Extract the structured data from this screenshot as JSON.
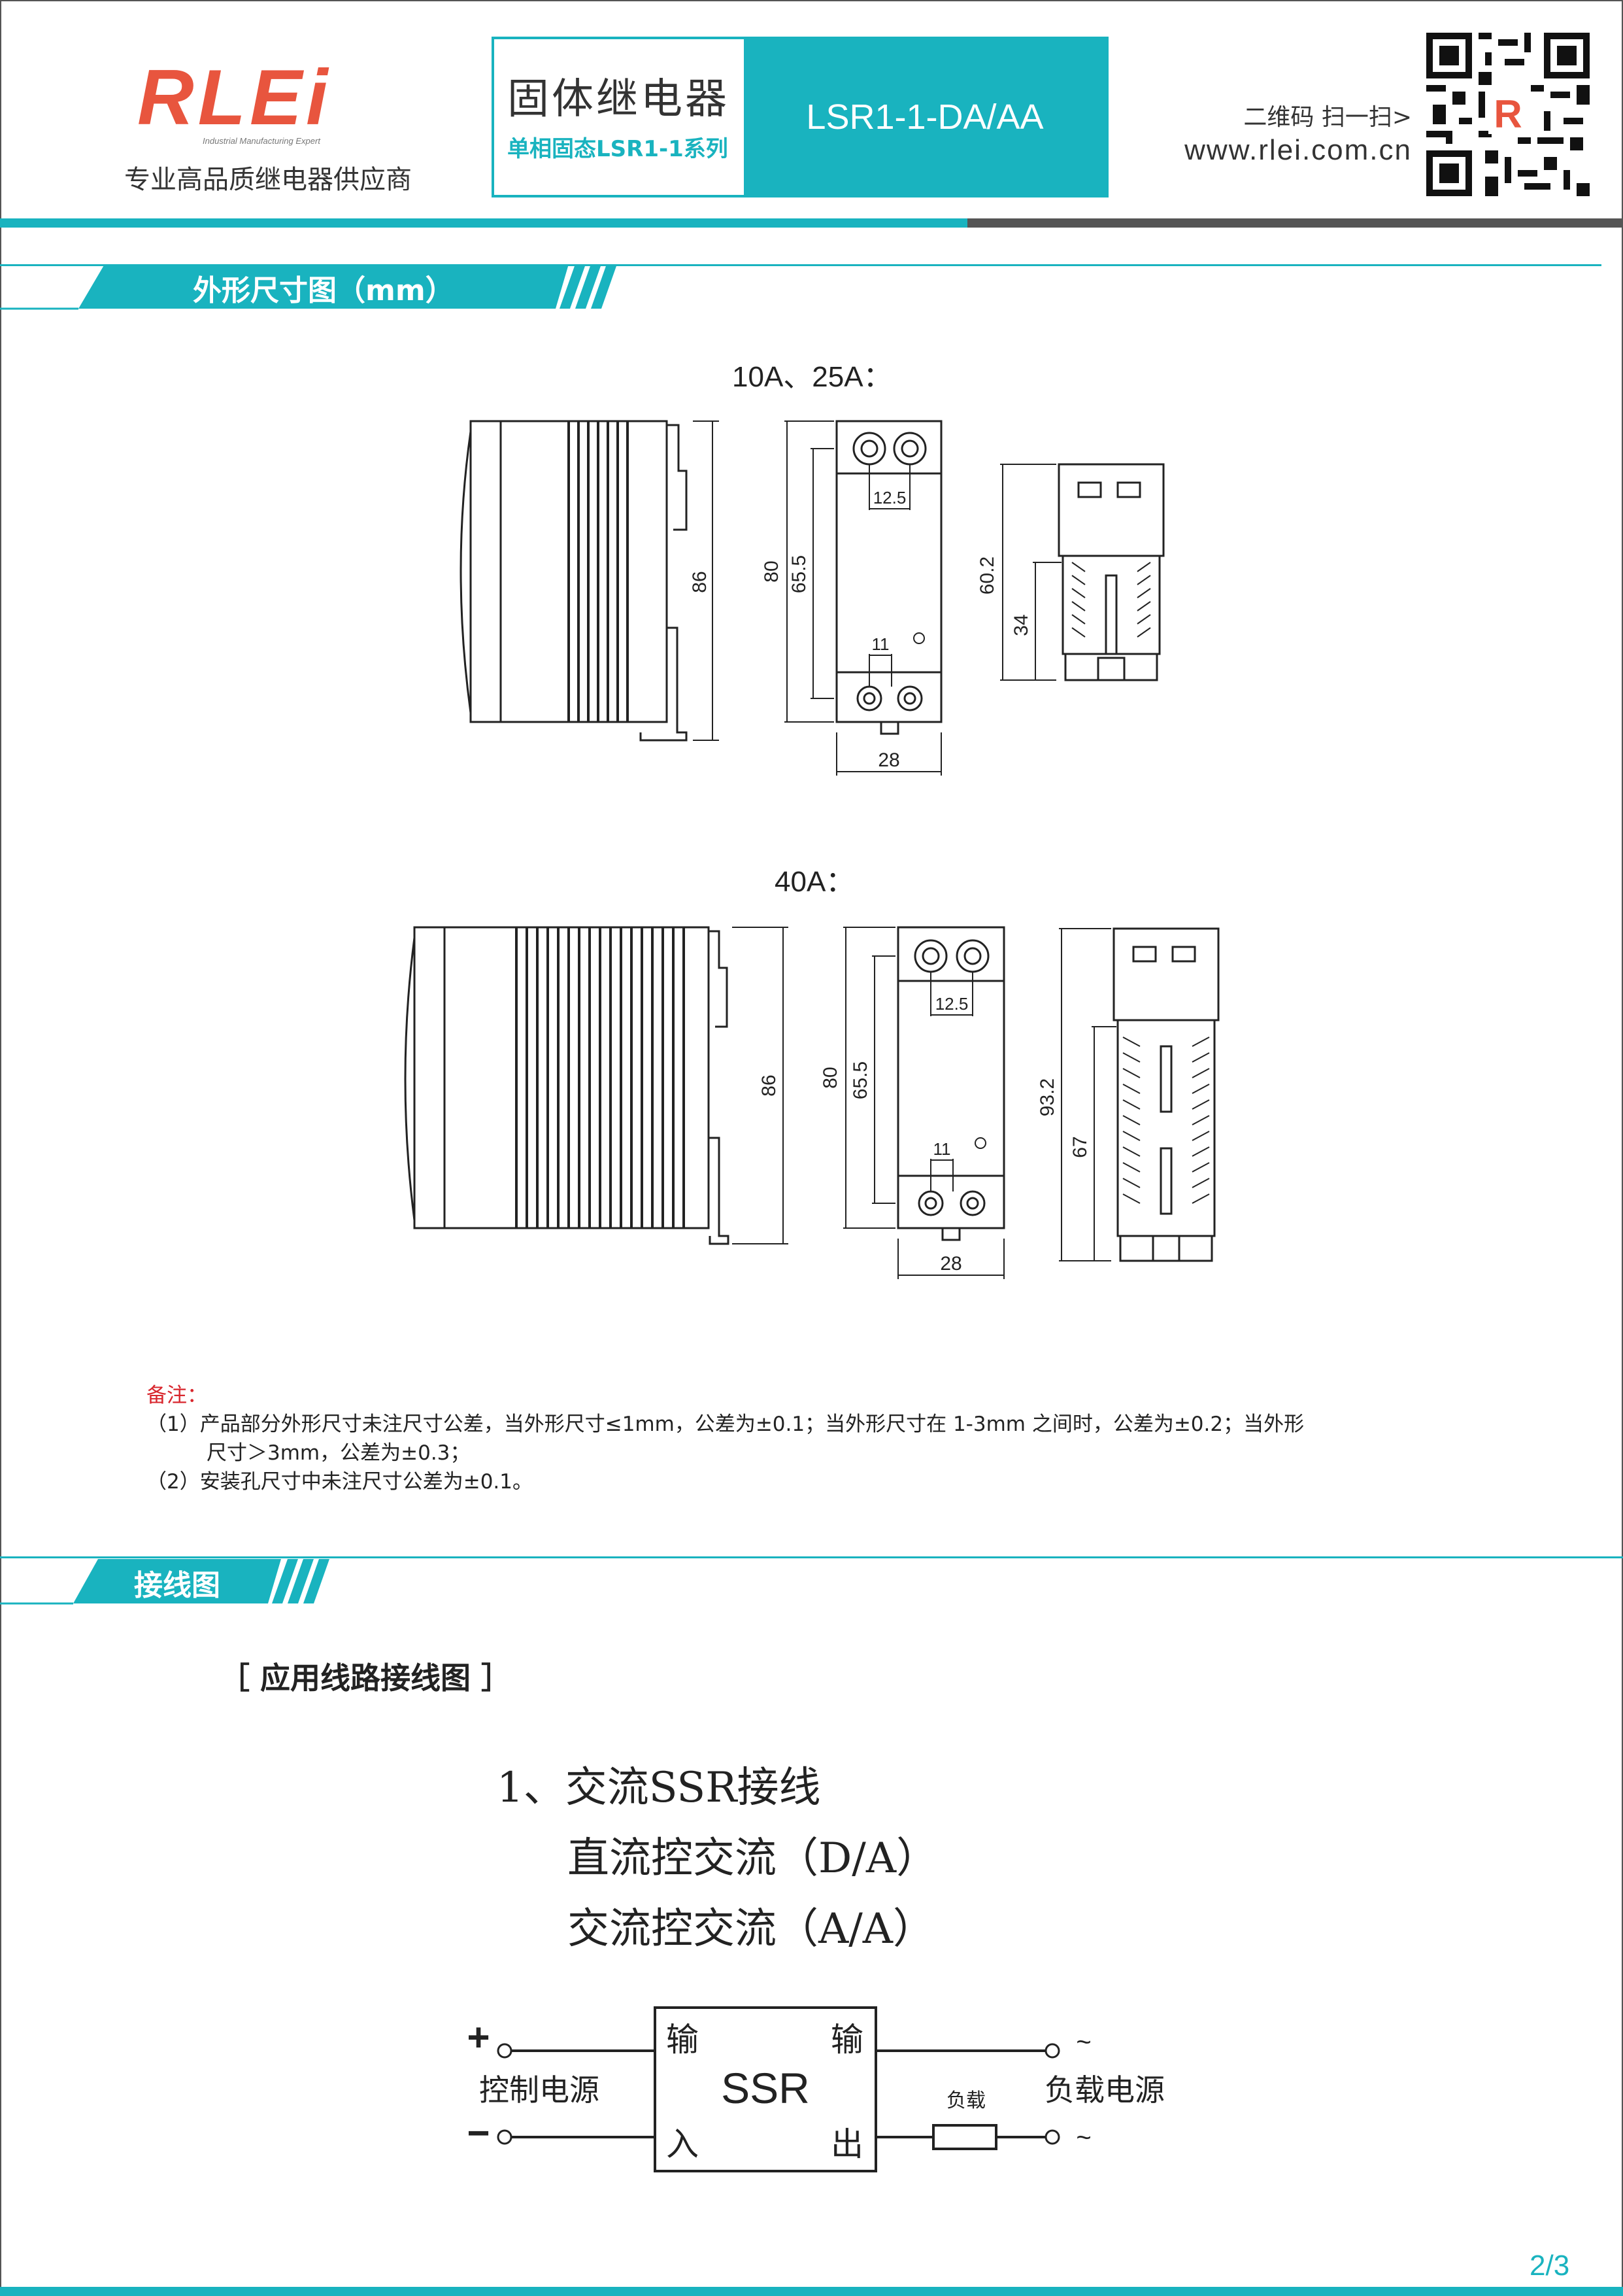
{
  "header": {
    "logo_text": "RLEi",
    "logo_tagline": "Industrial Manufacturing Expert",
    "slogan": "专业高品质继电器供应商",
    "product_cn": "固体继电器",
    "product_sub": "单相固态LSR1-1系列",
    "model": "LSR1-1-DA/AA",
    "qr_label": "二维码 扫一扫>",
    "website": "www.rlei.com.cn"
  },
  "sections": {
    "dimensions_title": "外形尺寸图（mm）",
    "wiring_title": "接线图"
  },
  "dimensions": {
    "group1_title": "10A、25A：",
    "group2_title": "40A：",
    "g1": {
      "side_h": "86",
      "front_h": "80",
      "front_inner": "65.5",
      "top_spacing": "12.5",
      "bottom_spacing": "11",
      "width": "28",
      "end_h": "60.2",
      "end_inner": "34"
    },
    "g2": {
      "side_h": "86",
      "front_h": "80",
      "front_inner": "65.5",
      "top_spacing": "12.5",
      "bottom_spacing": "11",
      "width": "28",
      "end_h": "93.2",
      "end_inner": "67"
    }
  },
  "notes": {
    "title": "备注：",
    "line1": "（1）产品部分外形尺寸未注尺寸公差，当外形尺寸≤1mm，公差为±0.1；当外形尺寸在 1-3mm 之间时，公差为±0.2；当外形",
    "line1b": "尺寸＞3mm，公差为±0.3；",
    "line2": "（2）安装孔尺寸中未注尺寸公差为±0.1。"
  },
  "wiring": {
    "subtitle": "［ 应用线路接线图 ］",
    "title_l1": "1、交流SSR接线",
    "title_l2": "直流控交流（D/A）",
    "title_l3": "交流控交流（A/A）",
    "ssr_label": "SSR",
    "in_top": "输",
    "in_bottom": "入",
    "out_top": "输",
    "out_bottom": "出",
    "control_supply": "控制电源",
    "load_supply": "负载电源",
    "load": "负载",
    "plus": "+",
    "minus": "−",
    "tilde": "~"
  },
  "footer": {
    "page": "2/3"
  },
  "colors": {
    "accent": "#19b3bf",
    "logo_red": "#e8553e",
    "note_red": "#d8262d"
  }
}
